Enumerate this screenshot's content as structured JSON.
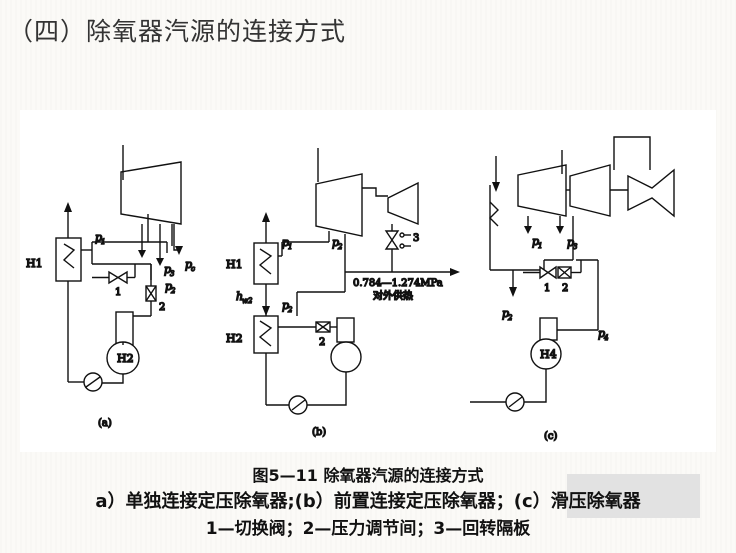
{
  "title": "（四）除氧器汽源的连接方式",
  "figure": {
    "caption_number": "图5—11 除氧器汽源的连接方式",
    "caption_schemes": "a）单独连接定压除氧器;(b）前置连接定压除氧器；(c）滑压除氧器",
    "caption_legend": "1—切换阀；2—压力调节间；3—回转隔板",
    "panel_labels": [
      "(a)",
      "(b)",
      "(c)"
    ],
    "panel_a": {
      "heaters": [
        "H1",
        "H2"
      ],
      "pressures": [
        "p",
        "p",
        "p",
        "p"
      ],
      "pressure_subs": [
        "1",
        "3",
        "2",
        "c"
      ],
      "valves": [
        "1",
        "2"
      ]
    },
    "panel_b": {
      "heaters": [
        "H1",
        "H2"
      ],
      "pressures": [
        "p",
        "p",
        "p"
      ],
      "pressure_subs": [
        "1",
        "2",
        "2"
      ],
      "drain_label": "h",
      "drain_sub": "w2",
      "valves": [
        "2",
        "3"
      ],
      "supply_range": "0.784—1.274MPa",
      "supply_note": "对外供热"
    },
    "panel_c": {
      "heaters": [
        "H4"
      ],
      "pressures": [
        "p",
        "p",
        "p",
        "p"
      ],
      "pressure_subs": [
        "1",
        "3",
        "2",
        "4"
      ],
      "valves": [
        "1",
        "2"
      ]
    }
  }
}
